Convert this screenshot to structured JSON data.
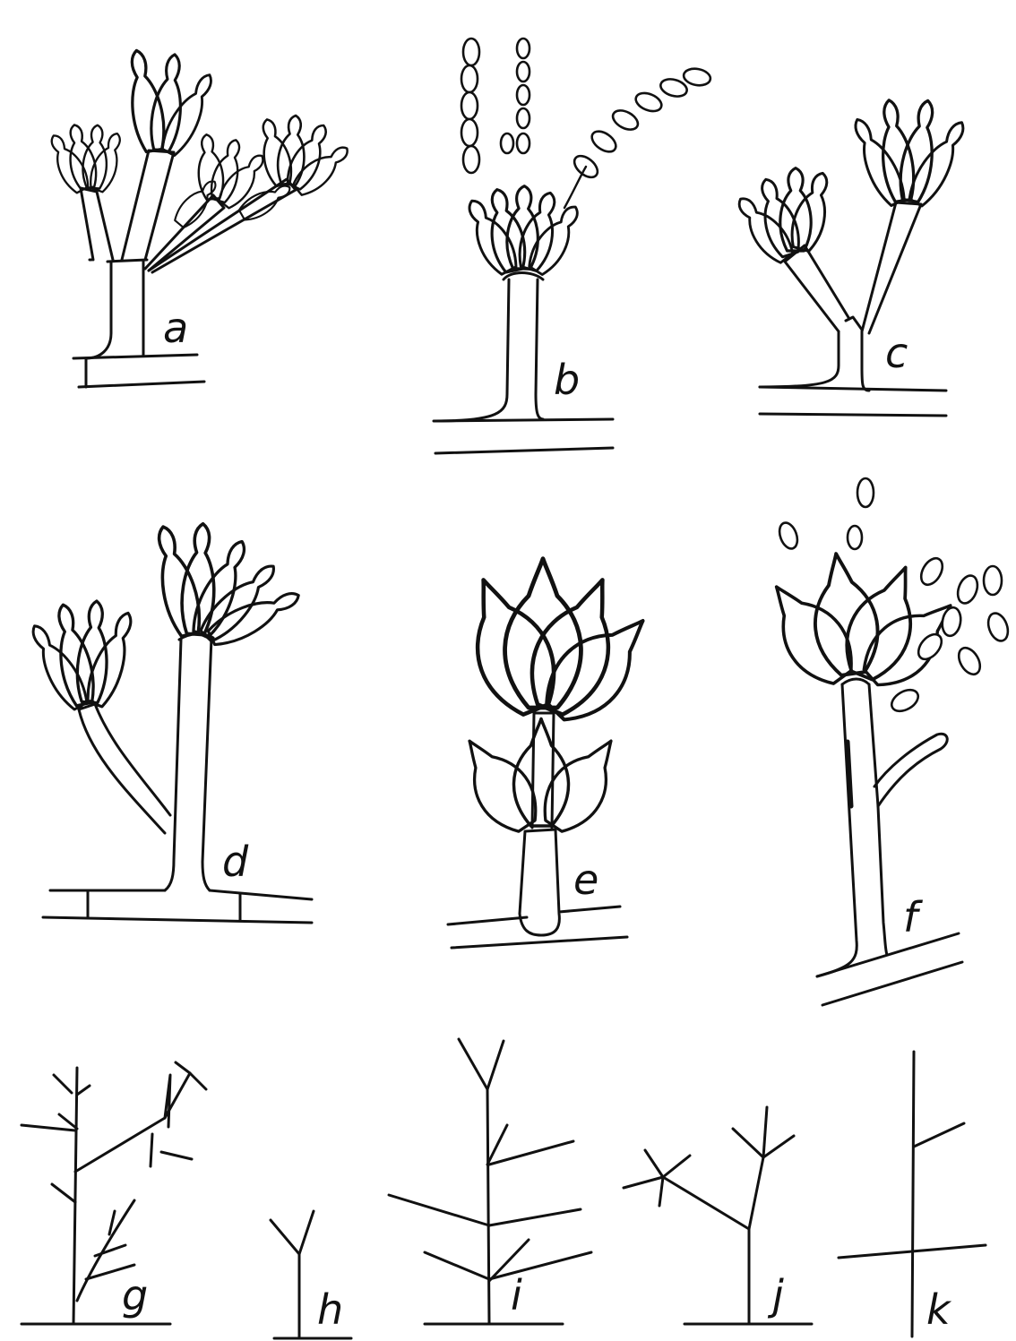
{
  "figure": {
    "panels": [
      {
        "id": "a",
        "label": "a"
      },
      {
        "id": "b",
        "label": "b"
      },
      {
        "id": "c",
        "label": "c"
      },
      {
        "id": "d",
        "label": "d"
      },
      {
        "id": "e",
        "label": "e"
      },
      {
        "id": "f",
        "label": "f"
      },
      {
        "id": "g",
        "label": "g"
      },
      {
        "id": "h",
        "label": "h"
      },
      {
        "id": "i",
        "label": "i"
      },
      {
        "id": "j",
        "label": "j"
      },
      {
        "id": "k",
        "label": "k"
      }
    ]
  }
}
